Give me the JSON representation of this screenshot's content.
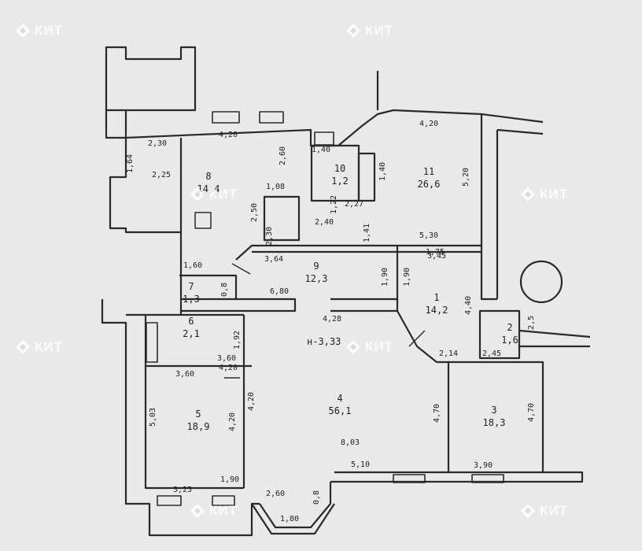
{
  "watermark": {
    "brand": "КИТ"
  },
  "rooms": [
    {
      "id": "8",
      "area": "14,4"
    },
    {
      "id": "10",
      "area": "1,2"
    },
    {
      "id": "11",
      "area": "26,6"
    },
    {
      "id": "9",
      "area": "12,3"
    },
    {
      "id": "1",
      "area": "14,2"
    },
    {
      "id": "2",
      "area": "1,6"
    },
    {
      "id": "7",
      "area": "1,3"
    },
    {
      "id": "6",
      "area": "2,1"
    },
    {
      "id": "4",
      "area": "56,1"
    },
    {
      "id": "5",
      "area": "18,9"
    },
    {
      "id": "3",
      "area": "18,3"
    }
  ],
  "dimensions": [
    "2,30",
    "4,20",
    "1,64",
    "2,25",
    "2,60",
    "1,08",
    "2,50",
    "2,30",
    "1,40",
    "1,40",
    "1,22",
    "2,27",
    "2,40",
    "1,41",
    "4,20",
    "5,20",
    "5,30",
    "1,60",
    "3,64",
    "1,90",
    "1,90",
    "3,45",
    "6,80",
    "4,28",
    "0,8",
    "4,40",
    "2,5",
    "2,45",
    "2,14",
    "3,60",
    "3,60",
    "1,92",
    "5,03",
    "4,20",
    "4,20",
    "4,70",
    "4,70",
    "3,90",
    "3,25",
    "1,90",
    "2,60",
    "1,80",
    "5,10",
    "0,8",
    "8,03",
    "1,75",
    "4,20"
  ],
  "annotations": {
    "ceiling": "н-3,33"
  }
}
